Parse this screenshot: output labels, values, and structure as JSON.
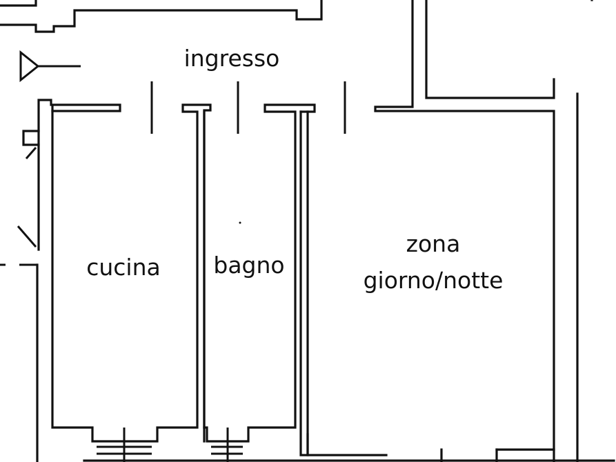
{
  "plan": {
    "rooms": [
      {
        "id": "ingresso",
        "label": "ingresso"
      },
      {
        "id": "cucina",
        "label": "cucina"
      },
      {
        "id": "bagno",
        "label": "bagno"
      },
      {
        "id": "zona",
        "label_line1": "zona",
        "label_line2": "giorno/notte"
      }
    ],
    "colors": {
      "walls": "#111111",
      "background": "#ffffff"
    }
  }
}
